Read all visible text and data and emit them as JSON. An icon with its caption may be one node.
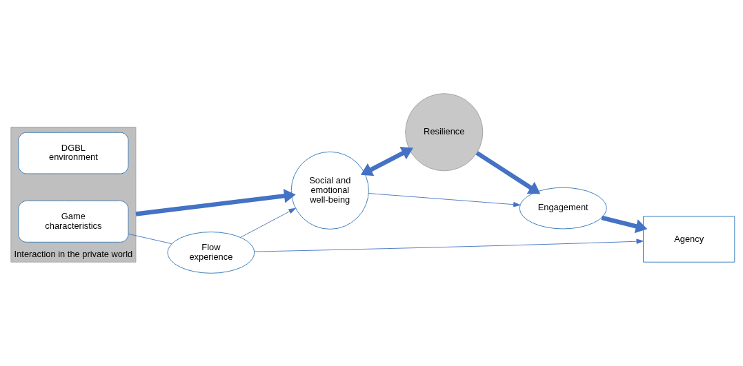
{
  "diagram": {
    "nodes": [
      {
        "text": [
          "Interaction in the private world"
        ]
      },
      {
        "text": [
          "DGBL environment"
        ],
        "in": 0
      },
      {
        "text": [
          "Game characteristics"
        ],
        "in": 0
      },
      {
        "text": [
          "Social and emotional well-being"
        ]
      },
      {
        "text": [
          "Resilience"
        ]
      },
      {
        "text": [
          "Engagement"
        ]
      },
      {
        "text": [
          "Flow experience"
        ]
      },
      {
        "text": [
          "Agency"
        ]
      }
    ],
    "edges": [
      {
        "from": 0,
        "to": 3,
        "arrow": "to",
        "style": "thick"
      },
      {
        "from": 3,
        "to": 4,
        "arrow": "both",
        "style": "thick"
      },
      {
        "from": 4,
        "to": 5,
        "arrow": "to",
        "style": "thick"
      },
      {
        "from": 3,
        "to": 5,
        "arrow": "to"
      },
      {
        "from": 5,
        "to": 7,
        "arrow": "to",
        "style": "thick"
      },
      {
        "from": 6,
        "to": 3,
        "arrow": "to"
      },
      {
        "from": 2,
        "to": 6,
        "arrow": "none"
      },
      {
        "from": 6,
        "to": 7,
        "arrow": "to"
      }
    ]
  }
}
